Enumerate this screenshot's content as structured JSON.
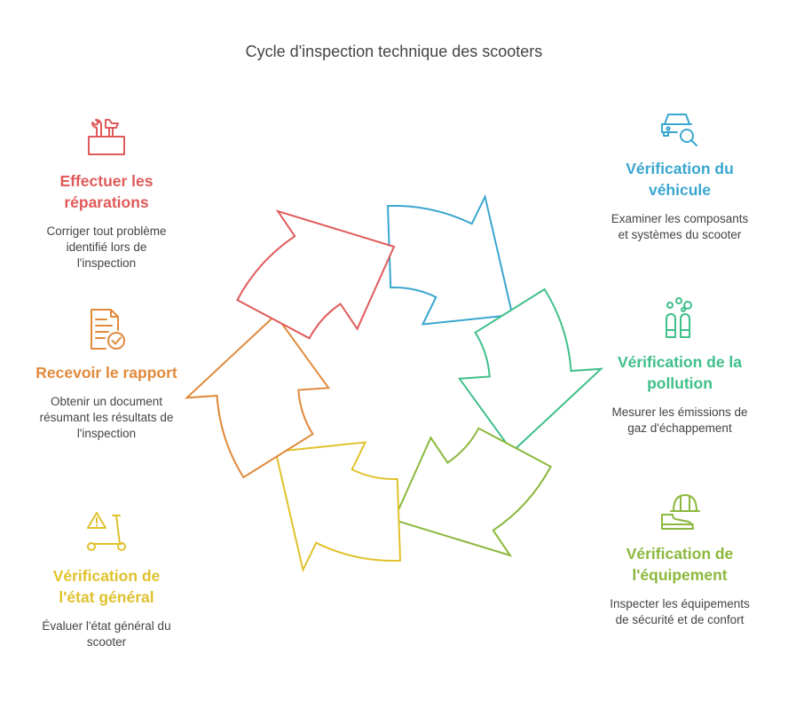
{
  "title": "Cycle d'inspection technique des scooters",
  "steps": [
    {
      "title": "Vérification du véhicule",
      "desc": "Examiner les composants et systèmes du scooter",
      "color": "#3aa6cf",
      "icon": "car-search-icon"
    },
    {
      "title": "Vérification de la pollution",
      "desc": "Mesurer les émissions de gaz d'échappement",
      "color": "#3fbf8a",
      "icon": "emissions-icon"
    },
    {
      "title": "Vérification de l'équipement",
      "desc": "Inspecter les équipements de sécurité et de confort",
      "color": "#8bb83c",
      "icon": "helmet-boot-icon"
    },
    {
      "title": "Vérification de l'état général",
      "desc": "Évaluer l'état général du scooter",
      "color": "#e0c12c",
      "icon": "scooter-warning-icon"
    },
    {
      "title": "Recevoir le rapport",
      "desc": "Obtenir un document résumant les résultats de l'inspection",
      "color": "#e08a3c",
      "icon": "report-icon"
    },
    {
      "title": "Effectuer les réparations",
      "desc": "Corriger tout problème identifié lors de l'inspection",
      "color": "#e05a5a",
      "icon": "toolbox-icon"
    }
  ]
}
